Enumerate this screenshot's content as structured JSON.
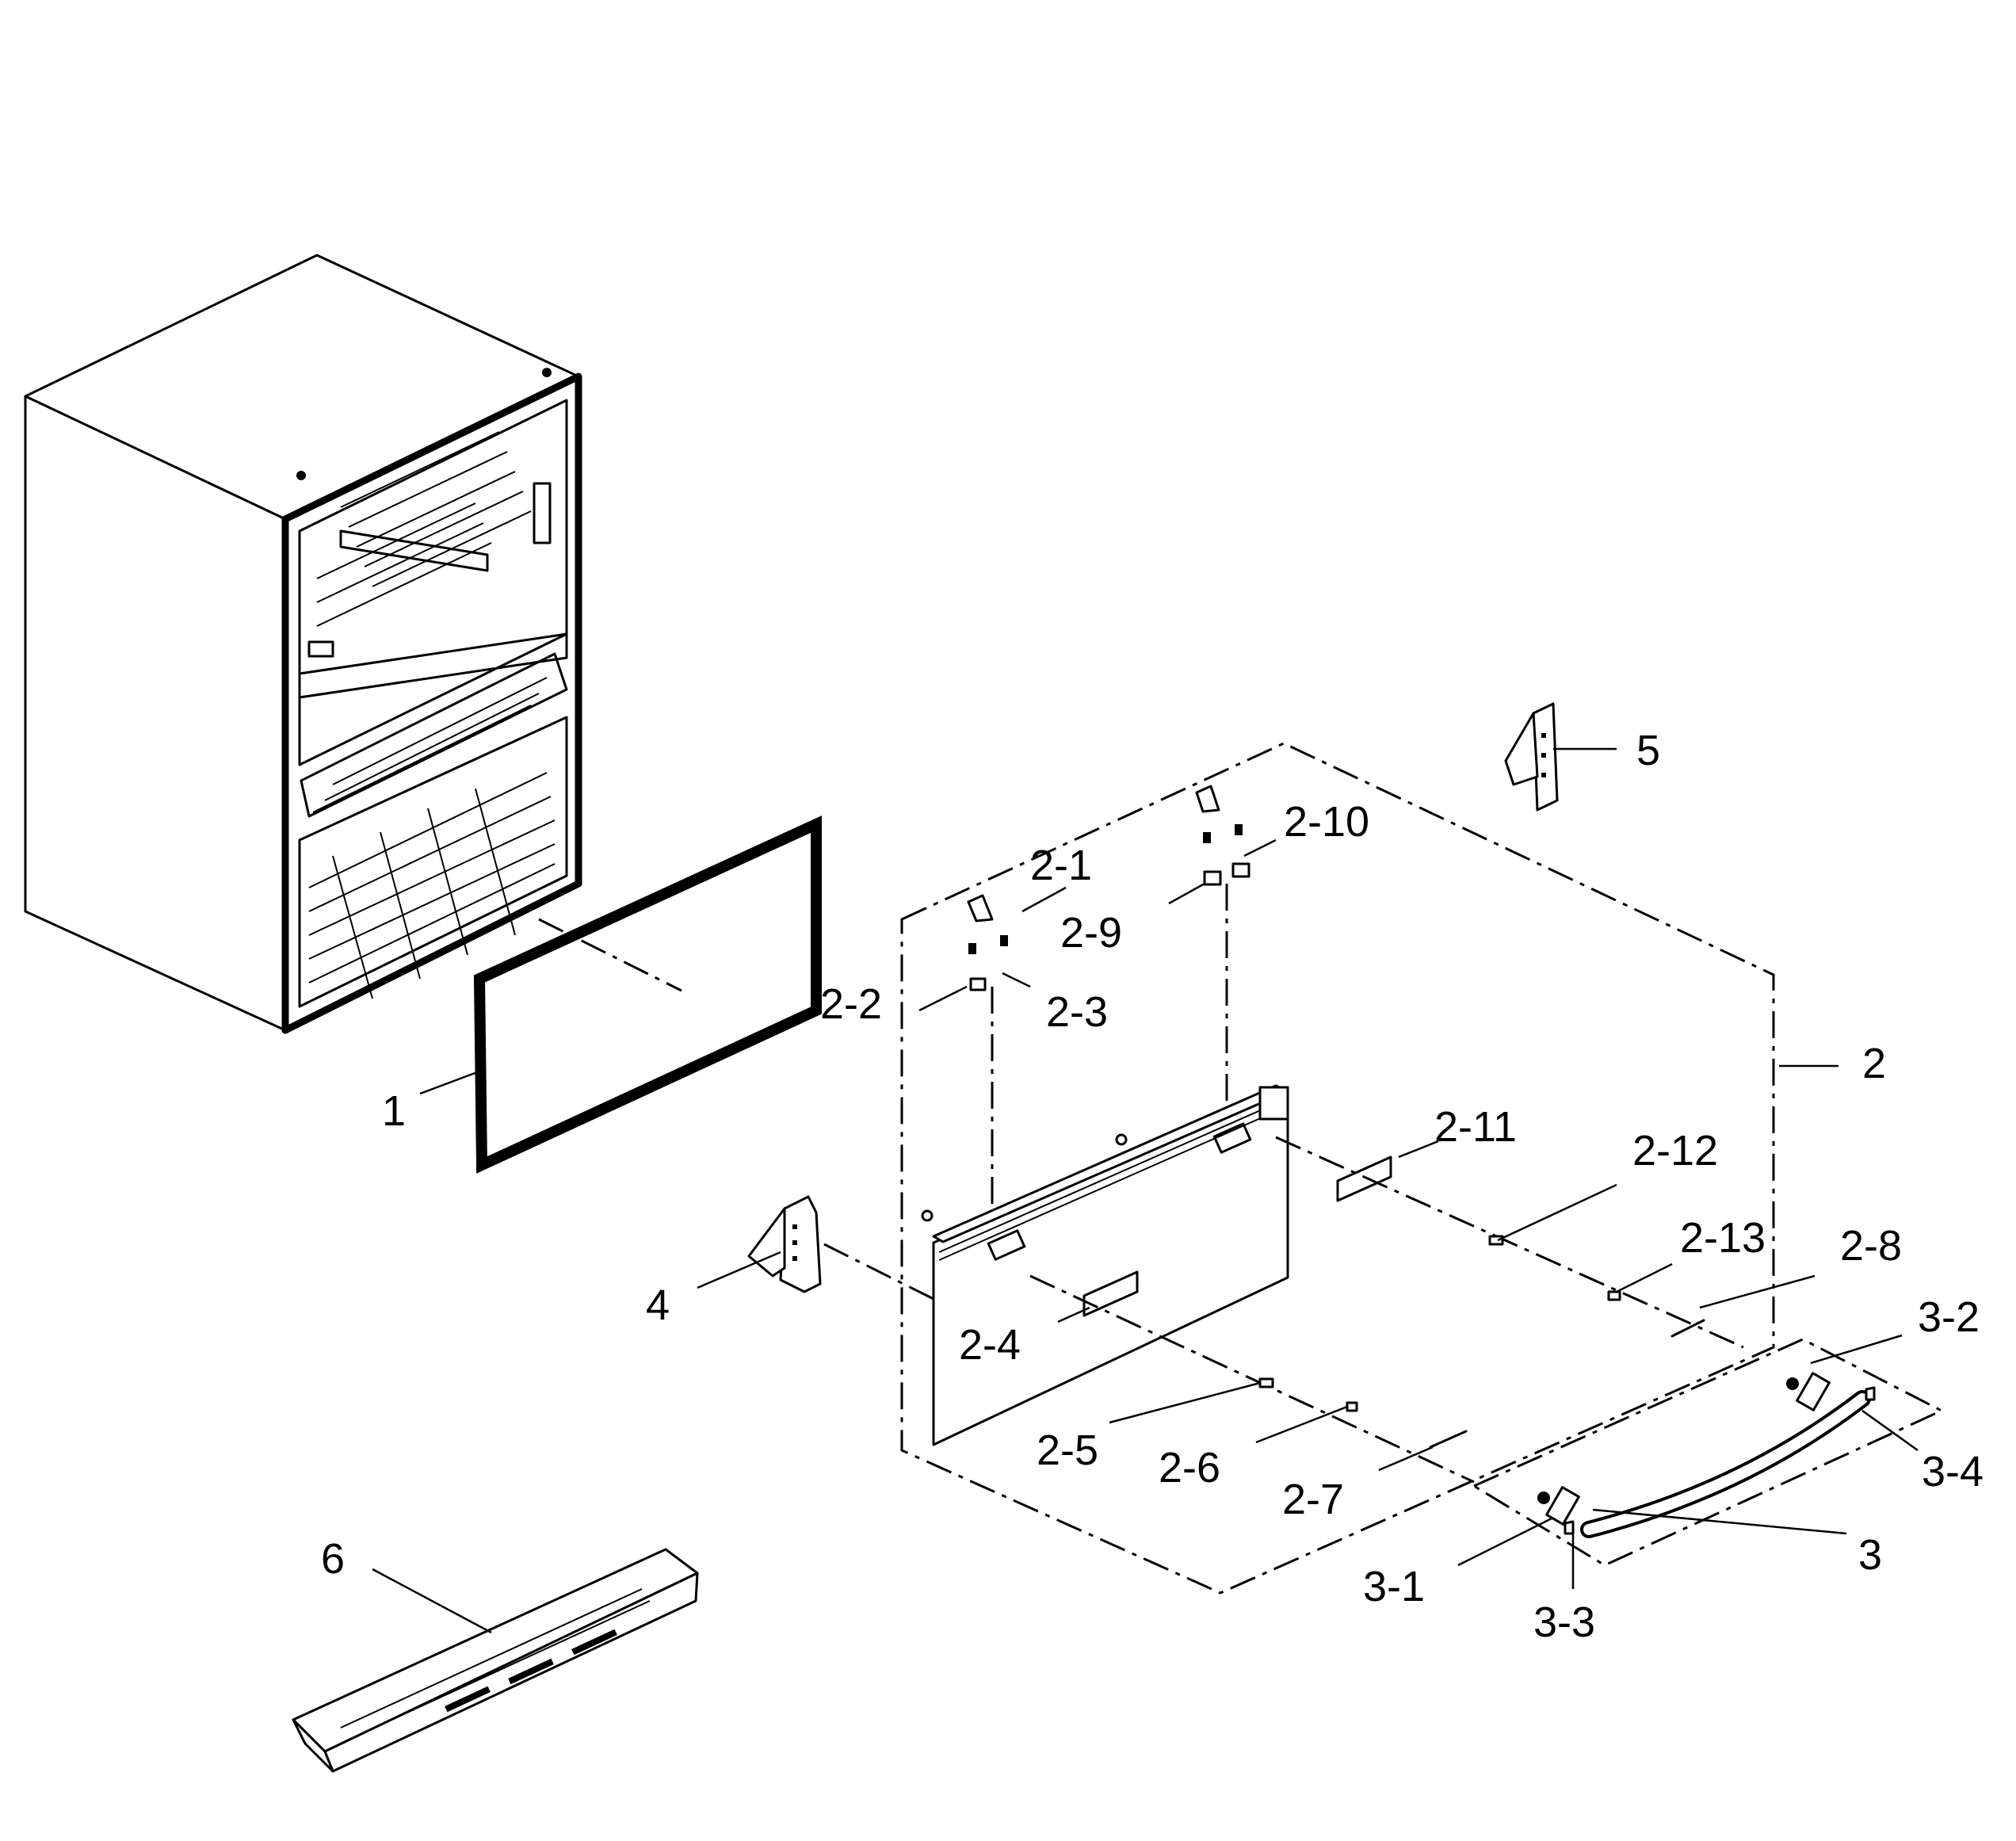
{
  "diagram": {
    "type": "exploded-parts-view",
    "callouts": [
      "1",
      "2",
      "2-1",
      "2-2",
      "2-3",
      "2-4",
      "2-5",
      "2-6",
      "2-7",
      "2-8",
      "2-9",
      "2-10",
      "2-11",
      "2-12",
      "2-13",
      "3",
      "3-1",
      "3-2",
      "3-3",
      "3-4",
      "4",
      "5",
      "6"
    ]
  }
}
